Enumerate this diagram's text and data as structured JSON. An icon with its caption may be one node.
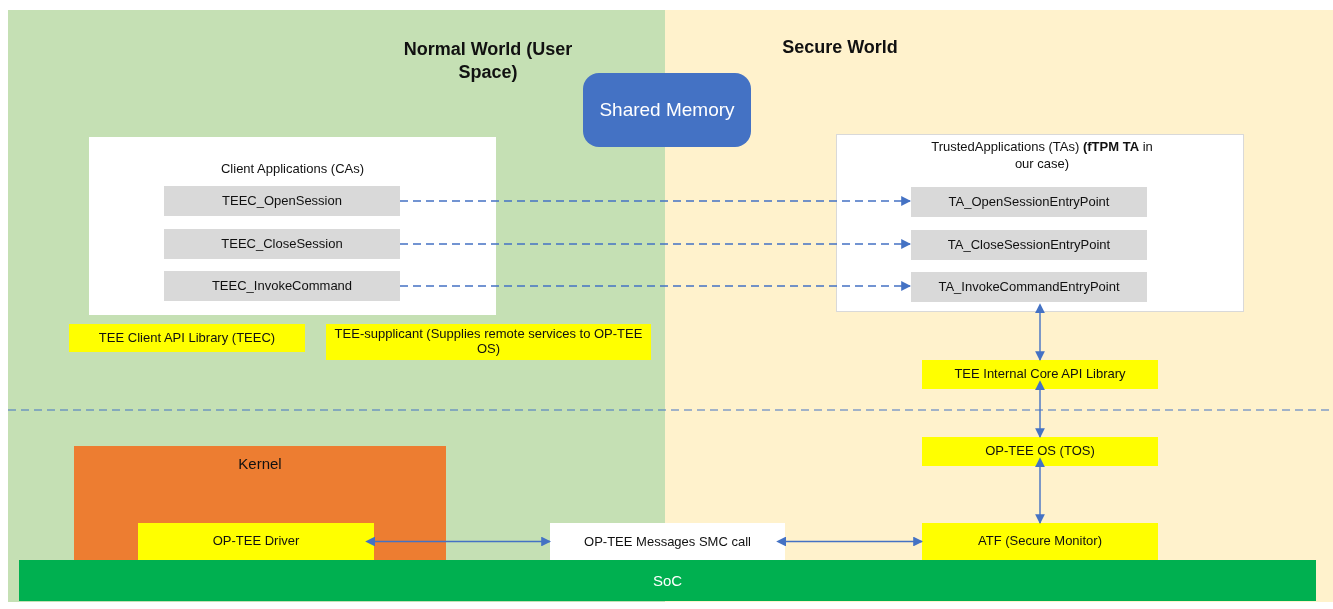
{
  "diagram": {
    "nodes": [
      {
        "text": [
          "Normal World (User Space)"
        ]
      },
      {
        "text": [
          "Secure World"
        ]
      },
      {
        "text": [
          "Shared Memory"
        ]
      },
      {
        "text": [
          "Client Applications (CAs)"
        ],
        "in": 0
      },
      {
        "text": [
          "TEEC_OpenSession"
        ],
        "in": 3
      },
      {
        "text": [
          "TEEC_CloseSession"
        ],
        "in": 3
      },
      {
        "text": [
          "TEEC_InvokeCommand"
        ],
        "in": 3
      },
      {
        "text": [
          "TrustedApplications (TAs) **(fTPM TA** in our case)"
        ],
        "in": 1
      },
      {
        "text": [
          "TA_OpenSessionEntryPoint"
        ],
        "in": 7
      },
      {
        "text": [
          "TA_CloseSessionEntryPoint"
        ],
        "in": 7
      },
      {
        "text": [
          "TA_InvokeCommandEntryPoint"
        ],
        "in": 7
      },
      {
        "text": [
          "TEE Client API Library (TEEC)"
        ],
        "in": 0
      },
      {
        "text": [
          "TEE-supplicant (Supplies remote services to OP-TEE OS)"
        ],
        "in": 0
      },
      {
        "text": [
          "TEE Internal Core API Library"
        ],
        "in": 1
      },
      {
        "text": [
          "Kernel"
        ],
        "in": 0
      },
      {
        "text": [
          "OP-TEE Driver"
        ],
        "in": 14
      },
      {
        "text": [
          "OP-TEE Messages SMC call"
        ]
      },
      {
        "text": [
          "OP-TEE OS (TOS)"
        ],
        "in": 1
      },
      {
        "text": [
          "ATF (Secure Monitor)"
        ],
        "in": 1
      },
      {
        "text": [
          "SoC"
        ]
      }
    ],
    "edges": [
      {
        "from": 4,
        "to": 8,
        "arrow": "to",
        "style": "dashed"
      },
      {
        "from": 5,
        "to": 9,
        "arrow": "to",
        "style": "dashed"
      },
      {
        "from": 6,
        "to": 10,
        "arrow": "to",
        "style": "dashed"
      },
      {
        "from": 7,
        "to": 13,
        "arrow": "both"
      },
      {
        "from": 13,
        "to": 17,
        "arrow": "both"
      },
      {
        "from": 17,
        "to": 18,
        "arrow": "both"
      },
      {
        "from": 15,
        "to": 16,
        "arrow": "both"
      },
      {
        "from": 16,
        "to": 18,
        "arrow": "both"
      }
    ]
  }
}
